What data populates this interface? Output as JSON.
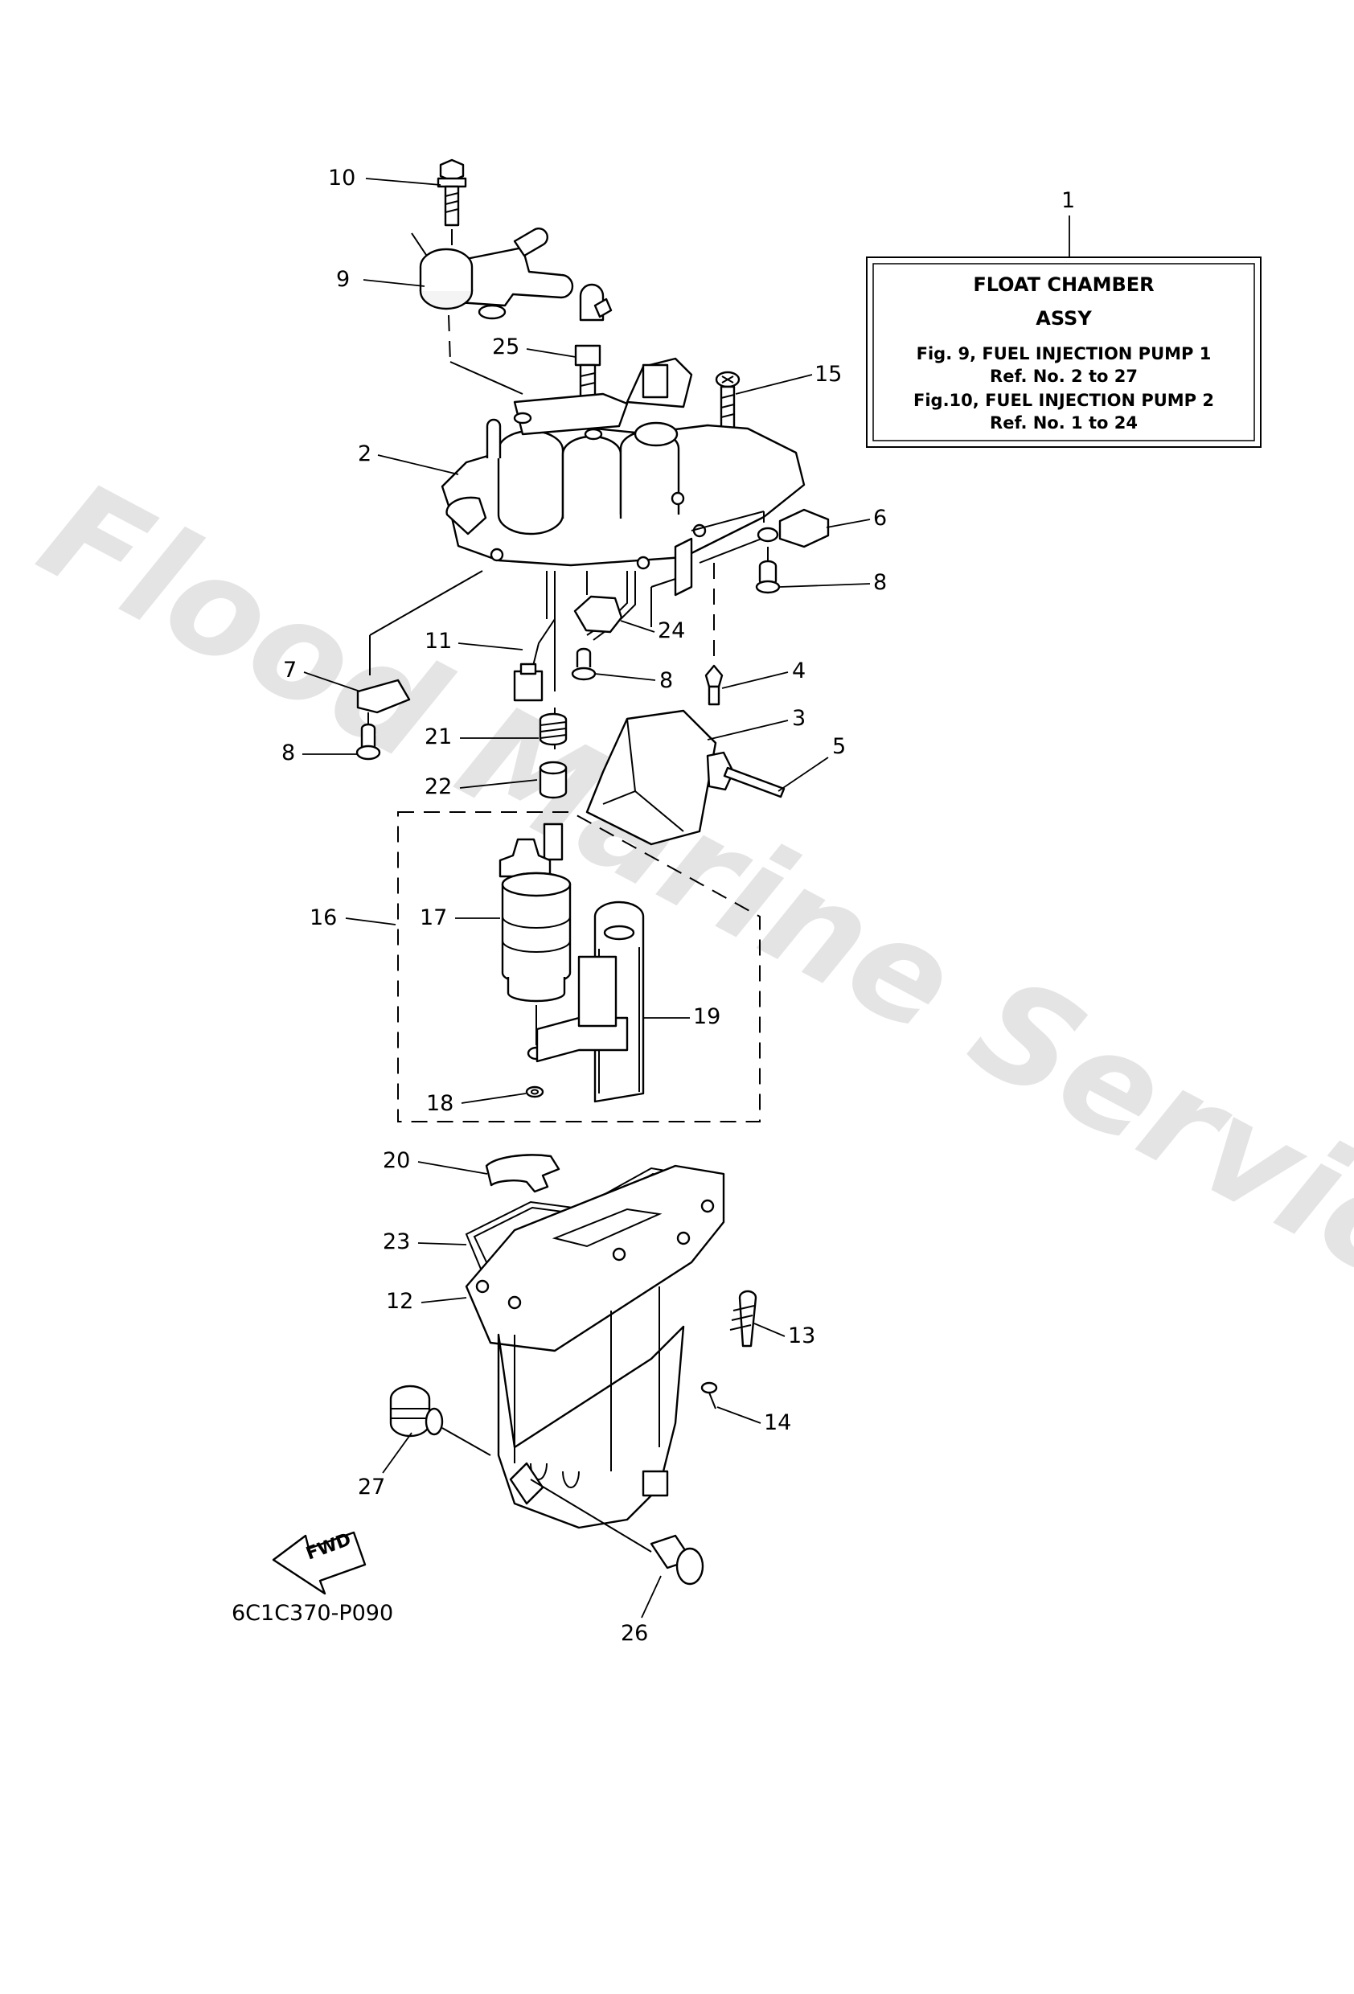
{
  "watermark": "Flood Marine Services",
  "info_box": {
    "ref_number": "1",
    "title_line1": "FLOAT CHAMBER",
    "title_line2": "ASSY",
    "line3": "Fig. 9, FUEL INJECTION PUMP 1",
    "line4": "Ref. No. 2 to 27",
    "line5": "Fig.10, FUEL INJECTION PUMP 2",
    "line6": "Ref. No. 1 to 24"
  },
  "callouts": {
    "c2": "2",
    "c3": "3",
    "c4": "4",
    "c5": "5",
    "c6": "6",
    "c7": "7",
    "c8a": "8",
    "c8b": "8",
    "c8c": "8",
    "c9": "9",
    "c10": "10",
    "c11": "11",
    "c12": "12",
    "c13": "13",
    "c14": "14",
    "c15": "15",
    "c16": "16",
    "c17": "17",
    "c18": "18",
    "c19": "19",
    "c20": "20",
    "c21": "21",
    "c22": "22",
    "c23": "23",
    "c24": "24",
    "c25": "25",
    "c26": "26",
    "c27": "27"
  },
  "fwd_label": "FWD",
  "diagram_code": "6C1C370-P090"
}
